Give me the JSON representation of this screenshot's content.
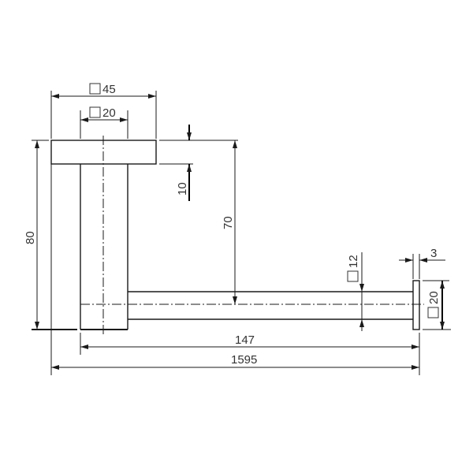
{
  "drawing": {
    "type": "technical-drawing",
    "subject": "wall-mounted toilet roll holder, side elevation",
    "dimensions": {
      "flange_width": {
        "symbol": "square",
        "value": "45"
      },
      "post_width": {
        "symbol": "square",
        "value": "20"
      },
      "flange_thickness": {
        "value": "10"
      },
      "overall_height": {
        "value": "80"
      },
      "bar_height_from_top": {
        "value": "70"
      },
      "bar_section": {
        "symbol": "square",
        "value": "12"
      },
      "end_cap_thickness": {
        "value": "3"
      },
      "end_cap_section": {
        "symbol": "square",
        "value": "20"
      },
      "projection": {
        "value": "147"
      },
      "overall_length": {
        "value": "1595"
      }
    },
    "colors": {
      "line": "#1a1a1a",
      "text": "#333333",
      "background": "#ffffff"
    }
  }
}
